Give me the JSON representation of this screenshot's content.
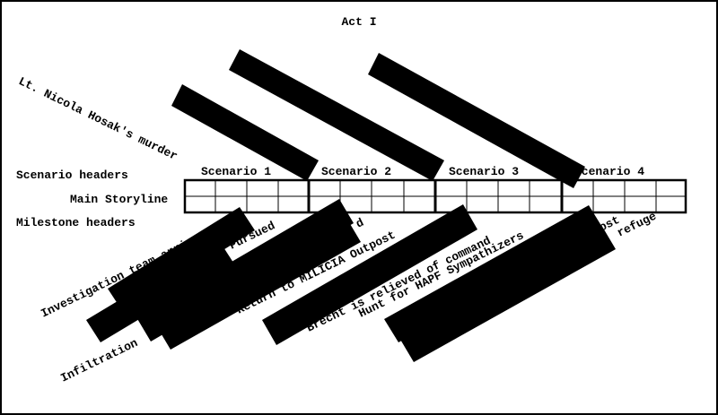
{
  "act_title": "Act I",
  "side_labels": {
    "scenario_headers": "Scenario headers",
    "main_storyline": "Main Storyline",
    "milestone_headers": "Milestone headers"
  },
  "top_label": "Lt. Nicola Hosak's murder",
  "scenarios": [
    {
      "label": "Scenario 1"
    },
    {
      "label": "Scenario 2"
    },
    {
      "label": "Scenario 3"
    },
    {
      "label": "Scenario 4"
    }
  ],
  "milestones": [
    "Investigation team arrives",
    "Pursued",
    "Infiltration",
    "d",
    "Return to MILICIA Outpost",
    "Brecht is relieved of command",
    "Hunt for HAPF Sympathizers",
    "ost",
    "refuge"
  ],
  "colors": {
    "ink": "#000000",
    "paper": "#ffffff"
  }
}
